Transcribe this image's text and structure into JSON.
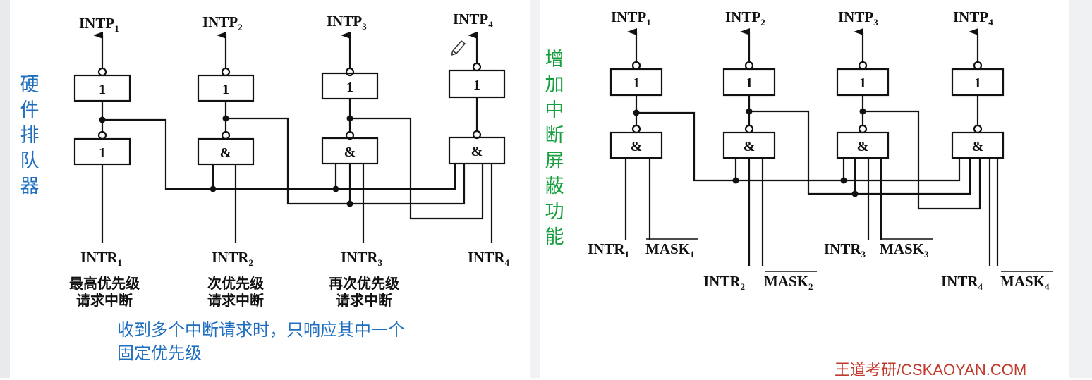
{
  "left_panel": {
    "side_title": "硬件排队器",
    "outputs": [
      "INTP1",
      "INTP2",
      "INTP3",
      "INTP4"
    ],
    "top_gates": [
      "1",
      "1",
      "1",
      "1"
    ],
    "bottom_gates": [
      "1",
      "&",
      "&",
      "&"
    ],
    "inputs": [
      "INTR1",
      "INTR2",
      "INTR3",
      "INTR4"
    ],
    "priority_notes": [
      [
        "最高优先级",
        "请求中断"
      ],
      [
        "次优先级",
        "请求中断"
      ],
      [
        "再次优先级",
        "请求中断"
      ]
    ],
    "note_lines": [
      "收到多个中断请求时，只响应其中一个",
      "固定优先级"
    ]
  },
  "right_panel": {
    "side_title": "增加中断屏蔽功能",
    "outputs": [
      "INTP1",
      "INTP2",
      "INTP3",
      "INTP4"
    ],
    "top_gates": [
      "1",
      "1",
      "1",
      "1"
    ],
    "bottom_gates": [
      "&",
      "&",
      "&",
      "&"
    ],
    "inputs": [
      "INTR1",
      "INTR2",
      "INTR3",
      "INTR4"
    ],
    "masks": [
      "MASK1",
      "MASK2",
      "MASK3",
      "MASK4"
    ]
  },
  "footer": "王道考研/CSKAOYAN.COM",
  "colors": {
    "blue": "#1f6fc0",
    "green": "#18a040",
    "red": "#c0392b",
    "ink": "#111111"
  }
}
